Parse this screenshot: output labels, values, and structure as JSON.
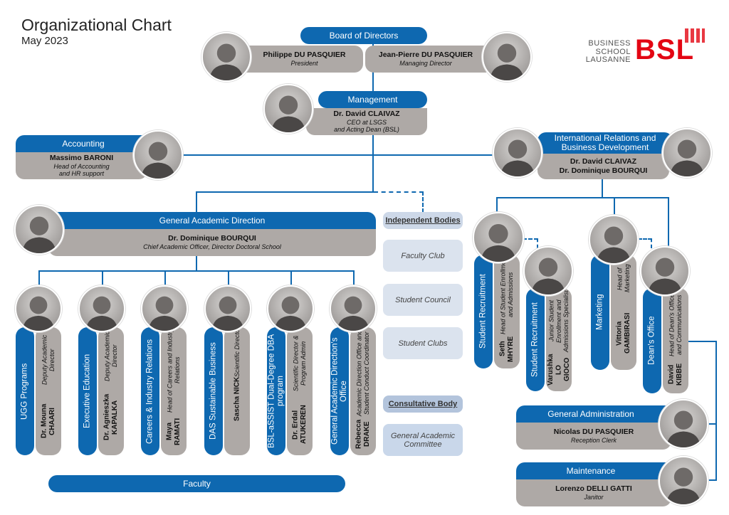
{
  "title": "Organizational Chart",
  "date": "May 2023",
  "logo": {
    "line1": "BUSINESS",
    "line2": "SCHOOL",
    "line3": "LAUSANNE",
    "mark": "BSL",
    "color": "#e30613"
  },
  "colors": {
    "blue": "#0e68b0",
    "gray": "#aea9a6"
  },
  "board": {
    "label": "Board of Directors",
    "p1": {
      "name": "Philippe DU PASQUIER",
      "role": "President"
    },
    "p2": {
      "name": "Jean-Pierre DU PASQUIER",
      "role": "Managing Director"
    }
  },
  "management": {
    "label": "Management",
    "name": "Dr. David CLAIVAZ",
    "role1": "CEO at LSGS",
    "role2": "and Acting Dean (BSL)"
  },
  "accounting": {
    "label": "Accounting",
    "name": "Massimo BARONI",
    "role1": "Head of Accounting",
    "role2": "and HR support"
  },
  "irbd": {
    "label1": "International Relations and",
    "label2": "Business Development",
    "name1": "Dr. David CLAIVAZ",
    "name2": "Dr. Dominique BOURQUI"
  },
  "gad": {
    "label": "General Academic Direction",
    "name": "Dr. Dominique BOURQUI",
    "role": "Chief Academic Officer, Director Doctoral School"
  },
  "units": [
    {
      "dept": "UGG Programs",
      "name": "Dr. Mouna CHAARI",
      "role": "Deputy Academic Director"
    },
    {
      "dept": "Executive Education",
      "name": "Dr. Agnieszka KAPALKA",
      "role": "Deputy Academic Director"
    },
    {
      "dept": "Careers & Industry Relations",
      "name": "Maya RAMATI",
      "role": "Head of Careers and Industry Relations"
    },
    {
      "dept": "DAS Sustainable Business",
      "name": "Sascha NICK",
      "role": "Scientific Director"
    },
    {
      "dept": "BSL-aSSIST Dual-Degree DBA program",
      "name": "Dr. Erdal ATUKEREN",
      "role": "Scientific Director & Program Admin"
    },
    {
      "dept": "General Academic Direction's Office",
      "name": "Rebecca DRAKE",
      "role": "Academic Direction Office and Student Conduct Coordinator"
    }
  ],
  "independent": {
    "header": "Independent Bodies",
    "items": [
      "Faculty Club",
      "Student Council",
      "Student Clubs"
    ]
  },
  "consultative": {
    "header": "Consultative Body",
    "items": [
      "General Academic Committee"
    ]
  },
  "faculty": "Faculty",
  "right_units": [
    {
      "dept": "Student Recruitment",
      "name": "Seth MHYRE",
      "role": "Head of Student Enrollment and Admissions"
    },
    {
      "dept": "Student Recruitment",
      "name": "Varushka LO GIOCO",
      "role": "Junior Student Enrollment and Admissions Specialist"
    },
    {
      "dept": "Marketing",
      "name": "Vittoria GAMBIRASI",
      "role": "Head of Marketing"
    },
    {
      "dept": "Dean's Office",
      "name": "David KIBBE",
      "role": "Head of Dean's Office and Communications"
    }
  ],
  "admin": {
    "label": "General Administration",
    "name": "Nicolas DU PASQUIER",
    "role": "Reception Clerk"
  },
  "maintenance": {
    "label": "Maintenance",
    "name": "Lorenzo DELLI GATTI",
    "role": "Janitor"
  }
}
